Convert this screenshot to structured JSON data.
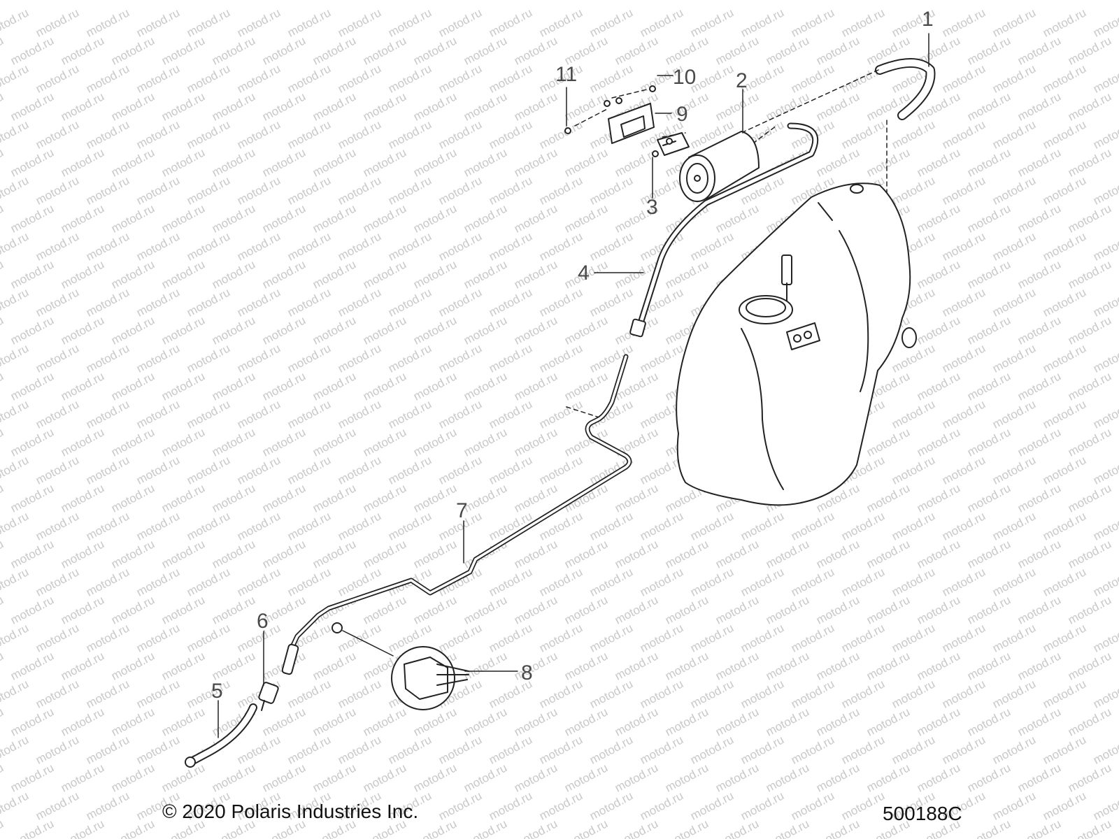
{
  "watermark": {
    "text": "motod.ru"
  },
  "callouts": [
    {
      "id": "1",
      "label": "1"
    },
    {
      "id": "2",
      "label": "2"
    },
    {
      "id": "3",
      "label": "3"
    },
    {
      "id": "4",
      "label": "4"
    },
    {
      "id": "5",
      "label": "5"
    },
    {
      "id": "6",
      "label": "6"
    },
    {
      "id": "7",
      "label": "7"
    },
    {
      "id": "8",
      "label": "8"
    },
    {
      "id": "9",
      "label": "9"
    },
    {
      "id": "10",
      "label": "10"
    },
    {
      "id": "11",
      "label": "11"
    }
  ],
  "footer": {
    "copyright": "© 2020 Polaris Industries Inc.",
    "drawing_number": "500188C"
  }
}
